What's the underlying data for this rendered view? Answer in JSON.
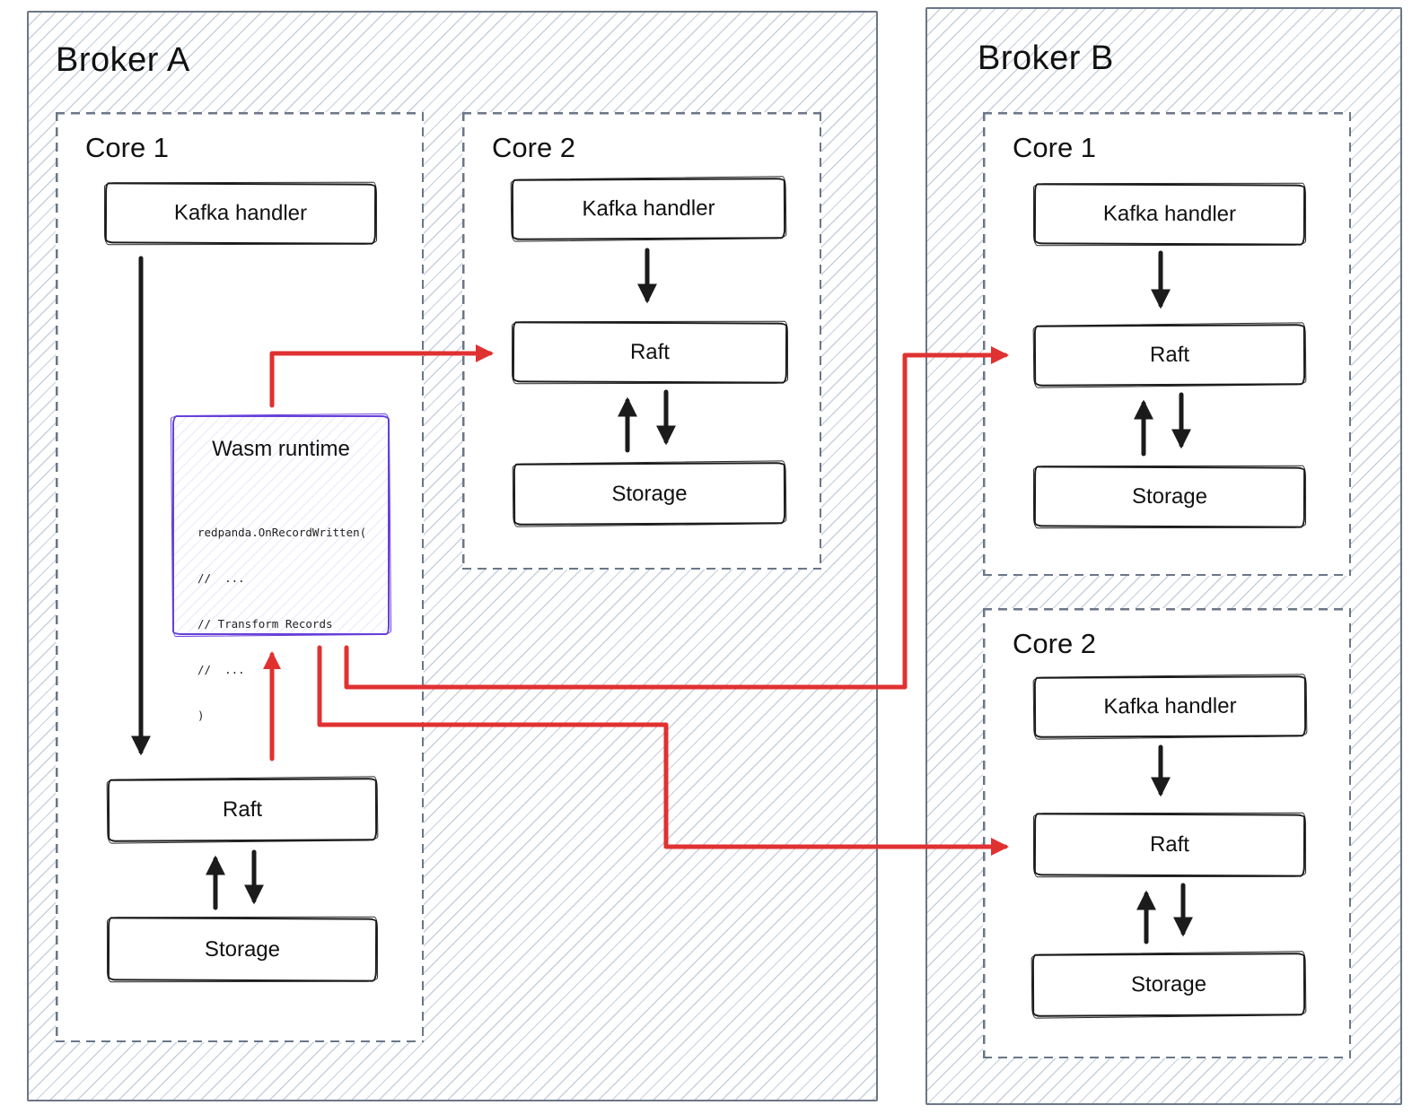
{
  "colors": {
    "accent_red": "#e03131",
    "wasm_purple": "#6741d9",
    "frame_slate": "#6b7687",
    "hatch_line": "#c7d0dd",
    "ink": "#1b1b1b",
    "core_bg": "#ffffff"
  },
  "brokers": [
    {
      "title": "Broker A",
      "cores": [
        {
          "title": "Core 1",
          "kafka": "Kafka handler",
          "raft": "Raft",
          "storage": "Storage",
          "wasm": {
            "title": "Wasm runtime",
            "code": [
              "redpanda.OnRecordWritten(",
              "//  ...",
              "// Transform Records",
              "//  ...",
              ")"
            ]
          }
        },
        {
          "title": "Core 2",
          "kafka": "Kafka handler",
          "raft": "Raft",
          "storage": "Storage"
        }
      ]
    },
    {
      "title": "Broker B",
      "cores": [
        {
          "title": "Core 1",
          "kafka": "Kafka handler",
          "raft": "Raft",
          "storage": "Storage"
        },
        {
          "title": "Core 2",
          "kafka": "Kafka handler",
          "raft": "Raft",
          "storage": "Storage"
        }
      ]
    }
  ]
}
